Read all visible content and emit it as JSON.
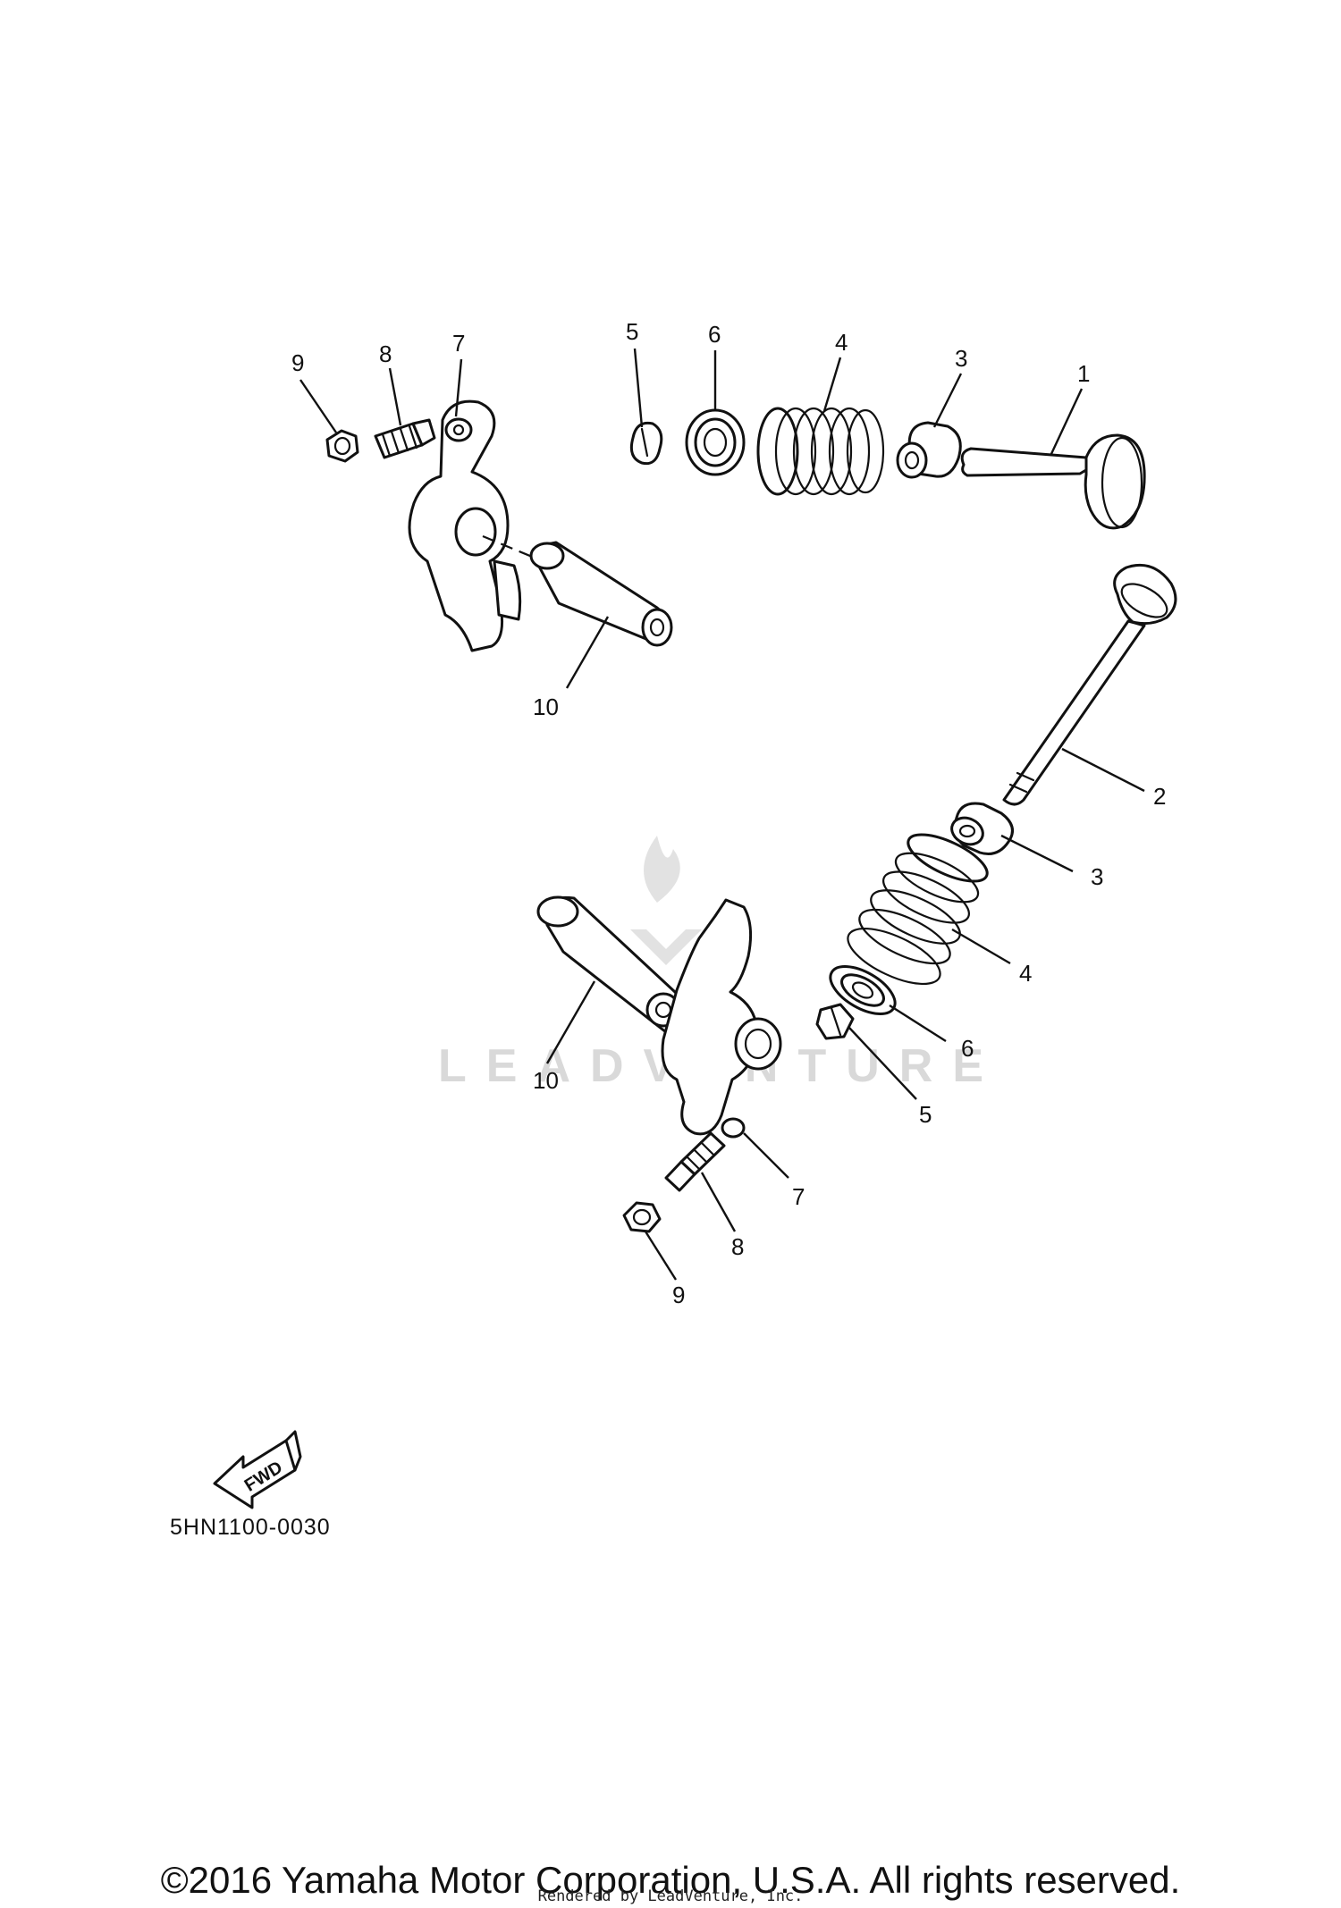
{
  "upper_assembly": {
    "callouts": [
      "9",
      "8",
      "7",
      "5",
      "6",
      "4",
      "3",
      "1",
      "10"
    ]
  },
  "lower_assembly": {
    "callouts": [
      "2",
      "3",
      "4",
      "6",
      "5",
      "10",
      "7",
      "8",
      "9"
    ]
  },
  "fwd_label": "FWD",
  "diagram_code": "5HN1100-0030",
  "copyright": "©2016 Yamaha Motor Corporation, U.S.A. All rights reserved.",
  "rendered_by": "Rendered by LeadVenture, Inc.",
  "watermark": "LEADVENTURE",
  "colors": {
    "line": "#111111",
    "watermark": "#d9d9d9",
    "background": "#ffffff"
  }
}
